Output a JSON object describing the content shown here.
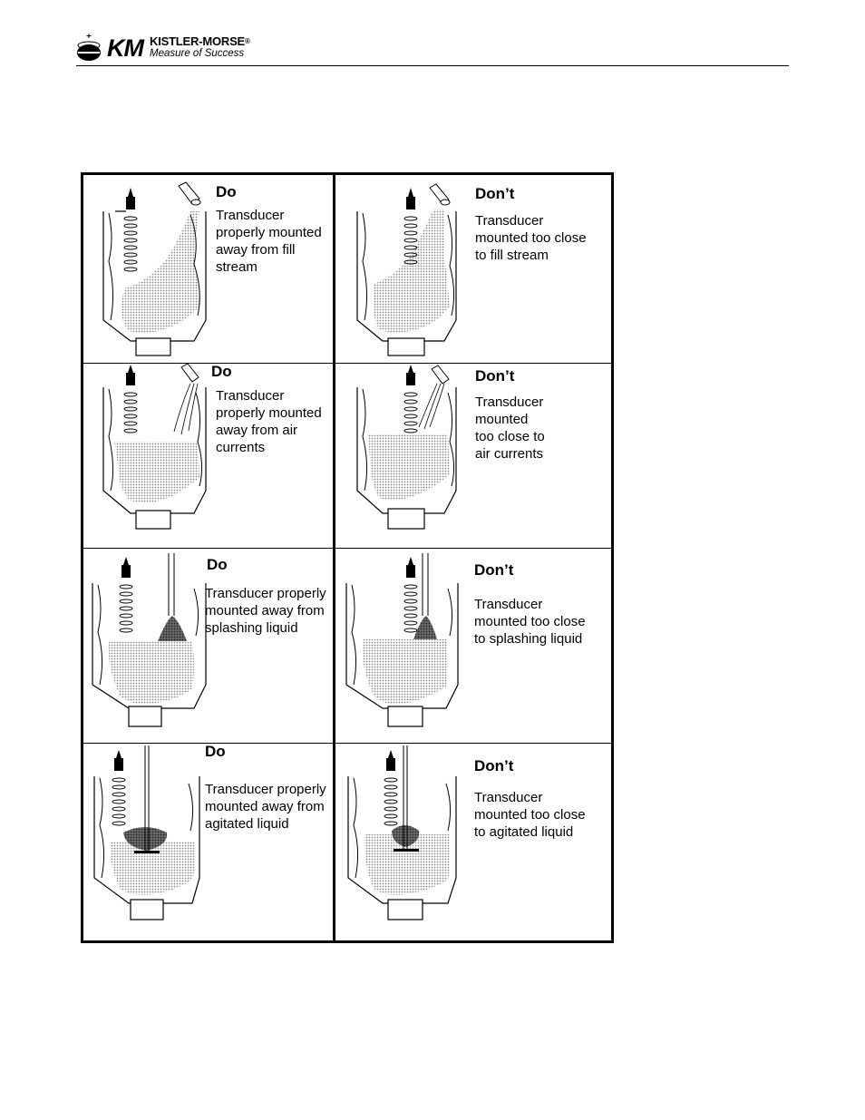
{
  "header": {
    "logo_initials": "KM",
    "logo_name": "KISTLER-MORSE",
    "logo_registered": "®",
    "logo_tagline": "Measure of Success"
  },
  "panels": [
    {
      "heading": "Do",
      "lines": [
        "Transducer",
        "properly mounted",
        "away from fill",
        "stream"
      ]
    },
    {
      "heading": "Don’t",
      "lines": [
        "Transducer",
        "mounted too close",
        "to fill stream"
      ]
    },
    {
      "heading": "Do",
      "lines": [
        "Transducer",
        "properly mounted",
        "away from air",
        "currents"
      ]
    },
    {
      "heading": "Don’t",
      "lines": [
        "Transducer",
        "mounted",
        "too close to",
        "air currents"
      ]
    },
    {
      "heading": "Do",
      "lines": [
        "Transducer properly",
        "mounted away from",
        "splashing liquid"
      ]
    },
    {
      "heading": "Don’t",
      "lines": [
        "Transducer",
        "mounted too close",
        "to splashing liquid"
      ]
    },
    {
      "heading": "Do",
      "lines": [
        "Transducer properly",
        "mounted away from",
        "agitated liquid"
      ]
    },
    {
      "heading": "Don’t",
      "lines": [
        "Transducer",
        "mounted too close",
        "to agitated liquid"
      ]
    }
  ]
}
